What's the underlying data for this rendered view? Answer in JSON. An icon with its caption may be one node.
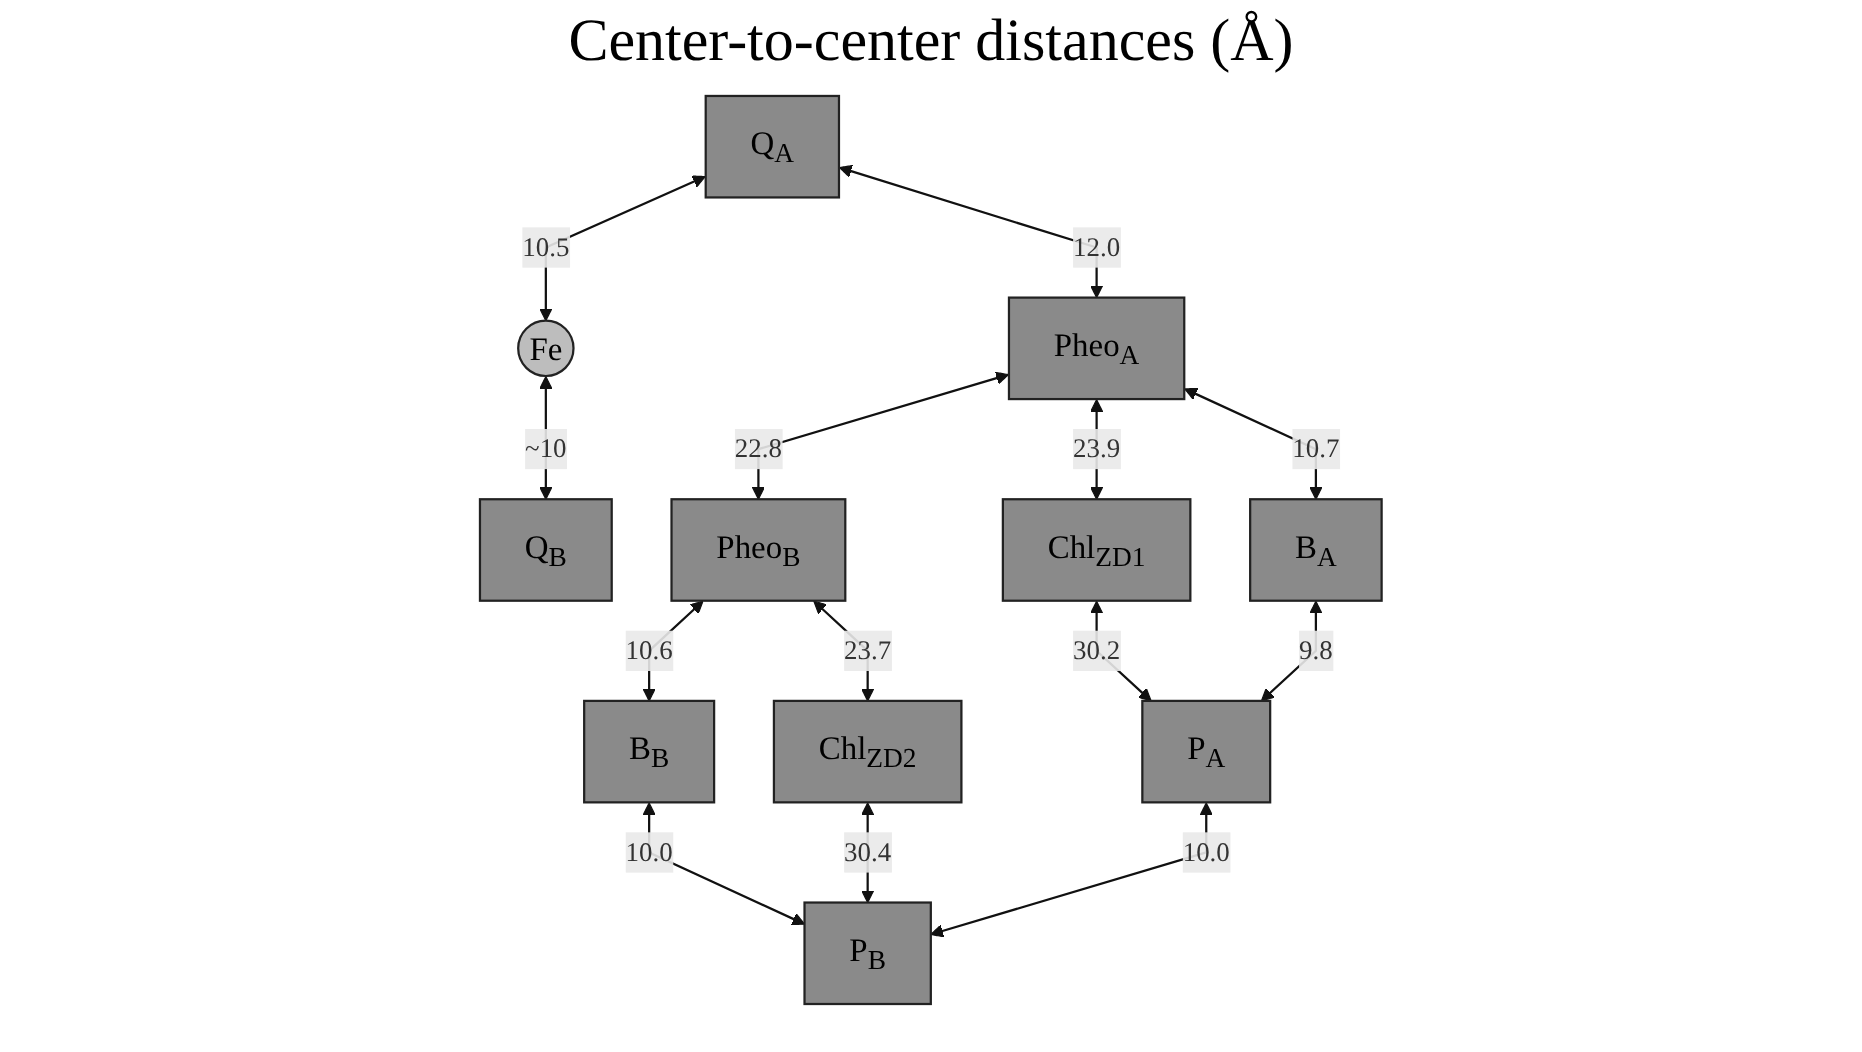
{
  "diagram": {
    "title": "Center-to-center distances (Å)",
    "nodes": [
      {
        "text": [
          "Q$_{A}$"
        ]
      },
      {
        "text": [
          "Fe"
        ]
      },
      {
        "text": [
          "Q$_{B}$"
        ]
      },
      {
        "text": [
          "Pheo$_{A}$"
        ]
      },
      {
        "text": [
          "Pheo$_{B}$"
        ]
      },
      {
        "text": [
          "Chl$_{ZD1}$"
        ]
      },
      {
        "text": [
          "Chl$_{ZD2}$"
        ]
      },
      {
        "text": [
          "B$_{A}$"
        ]
      },
      {
        "text": [
          "B$_{B}$"
        ]
      },
      {
        "text": [
          "P$_{A}$"
        ]
      },
      {
        "text": [
          "P$_{B}$"
        ]
      }
    ],
    "edges": [
      {
        "from": 0,
        "to": 1,
        "arrow": "both",
        "label": "10.5"
      },
      {
        "from": 1,
        "to": 2,
        "arrow": "both",
        "label": "~10"
      },
      {
        "from": 0,
        "to": 3,
        "arrow": "both",
        "label": "12.0"
      },
      {
        "from": 3,
        "to": 4,
        "arrow": "both",
        "label": "22.8"
      },
      {
        "from": 3,
        "to": 5,
        "arrow": "both",
        "label": "23.9"
      },
      {
        "from": 4,
        "to": 6,
        "arrow": "both",
        "label": "23.7"
      },
      {
        "from": 3,
        "to": 7,
        "arrow": "both",
        "label": "10.7"
      },
      {
        "from": 4,
        "to": 8,
        "arrow": "both",
        "label": "10.6"
      },
      {
        "from": 5,
        "to": 9,
        "arrow": "both",
        "label": "30.2"
      },
      {
        "from": 7,
        "to": 9,
        "arrow": "both",
        "label": "9.8"
      },
      {
        "from": 8,
        "to": 10,
        "arrow": "both",
        "label": "10.0"
      },
      {
        "from": 6,
        "to": 10,
        "arrow": "both",
        "label": "30.4"
      },
      {
        "from": 9,
        "to": 10,
        "arrow": "both",
        "label": "10.0"
      }
    ]
  }
}
